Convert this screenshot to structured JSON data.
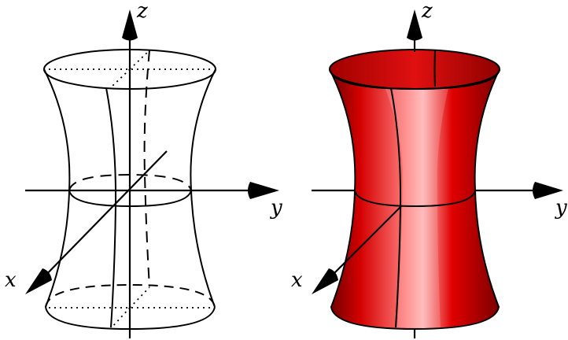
{
  "figures": [
    {
      "style": "wireframe",
      "axis_labels": {
        "x": "x",
        "y": "y",
        "z": "z"
      }
    },
    {
      "style": "shaded",
      "axis_labels": {
        "x": "x",
        "y": "y",
        "z": "z"
      }
    }
  ],
  "colors": {
    "surface": "#e00000",
    "surface_dark": "#8a0000",
    "surface_highlight": "#ffd0d0",
    "ink": "#000000"
  },
  "icons": [
    "arrowhead-cone-icon"
  ]
}
